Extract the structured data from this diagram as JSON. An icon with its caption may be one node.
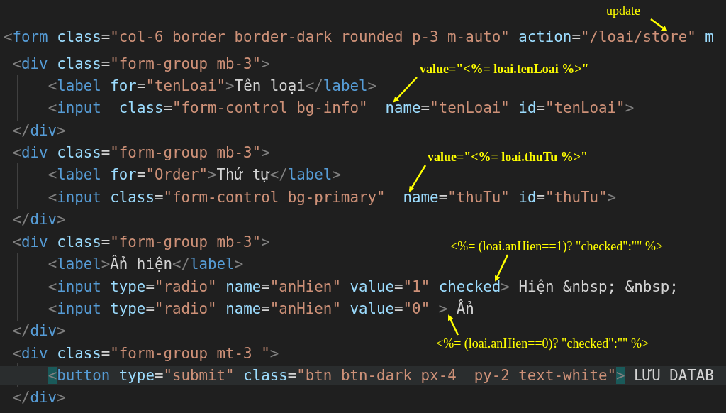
{
  "diagram": {
    "nodes": [
      {
        "text": [
          "update"
        ]
      },
      {
        "text": [
          "value=\"<%= loai.tenLoai %>\""
        ]
      },
      {
        "text": [
          "value=\"<%= loai.thuTu %>\""
        ]
      },
      {
        "text": [
          "<%= (loai.anHien==1)? \"checked\":\"\" %>"
        ]
      },
      {
        "text": [
          "<%= (loai.anHien==0)? \"checked\":\"\" %>"
        ]
      },
      {
        "text": [
          "<form class=\"col-6 border border-dark rounded p-3 m-auto\" action=\"/loai/store\" m"
        ]
      },
      {
        "text": [
          "<input  class=\"form-control bg-info\"  name=\"tenLoai\" id=\"tenLoai\">"
        ]
      },
      {
        "text": [
          "<input class=\"form-control bg-primary\"  name=\"thuTu\" id=\"thuTu\">"
        ]
      },
      {
        "text": [
          "<input type=\"radio\" name=\"anHien\" value=\"1\" checked> Hiện &nbsp; &nbsp;"
        ]
      },
      {
        "text": [
          "<input type=\"radio\" name=\"anHien\" value=\"0\" > Ẩn"
        ]
      }
    ],
    "edges": [
      {
        "from": 0,
        "to": 5,
        "arrow": "to"
      },
      {
        "from": 1,
        "to": 6,
        "arrow": "to"
      },
      {
        "from": 2,
        "to": 7,
        "arrow": "to"
      },
      {
        "from": 3,
        "to": 8,
        "arrow": "to"
      },
      {
        "from": 4,
        "to": 9,
        "arrow": "to"
      }
    ],
    "labels": [
      "<div class=\"form-group mb-3\">",
      "<label for=\"tenLoai\">Tên loại</label>",
      "</div>",
      "<div class=\"form-group mb-3\">",
      "<label for=\"Order\">Thứ tự</label>",
      "</div>",
      "<div class=\"form-group mb-3\">",
      "<label>Ẩn hiện</label>",
      "</div>",
      "<div class=\"form-group mt-3 \">",
      "<button type=\"submit\" class=\"btn btn-dark px-4  py-2 text-white\"> LƯU DATAB",
      "</div>"
    ]
  }
}
